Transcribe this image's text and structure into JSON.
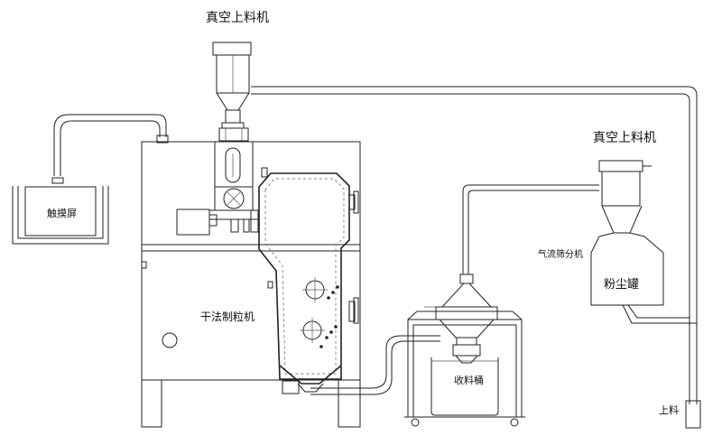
{
  "labels": {
    "vacuum_loader_top": "真空上料机",
    "vacuum_loader_right": "真空上料机",
    "touch_screen": "触摸屏",
    "dry_granulator": "干法制粒机",
    "collection_bucket": "收料桶",
    "airflow_sieve": "气流筛分机",
    "dust_tank": "粉尘罐",
    "feeding": "上料"
  }
}
